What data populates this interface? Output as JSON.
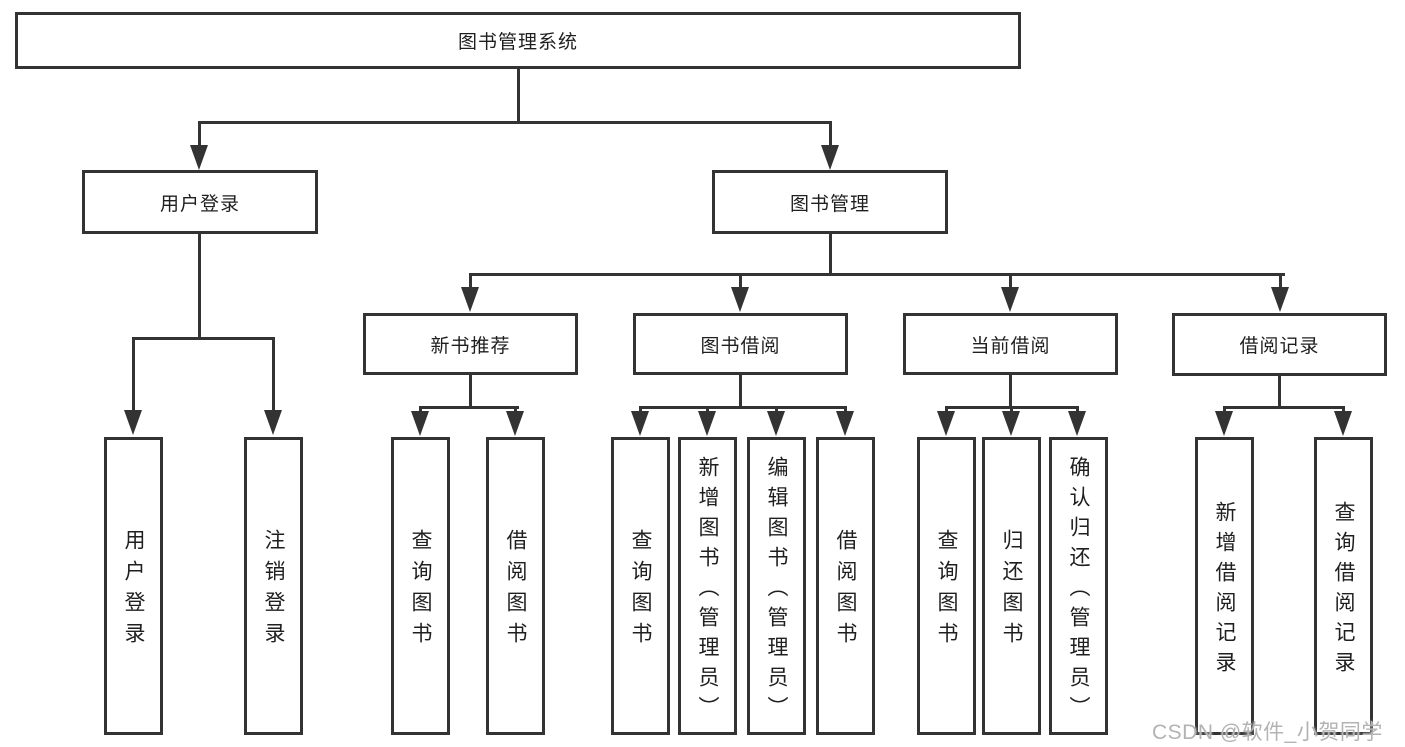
{
  "diagram": {
    "root": {
      "label": "图书管理系统"
    },
    "level2": {
      "user_login": {
        "label": "用户登录"
      },
      "book_mgmt": {
        "label": "图书管理"
      }
    },
    "level3": {
      "new_books": {
        "label": "新书推荐"
      },
      "book_borrow": {
        "label": "图书借阅"
      },
      "current_borrow": {
        "label": "当前借阅"
      },
      "borrow_records": {
        "label": "借阅记录"
      }
    },
    "leaves": {
      "login_user_login": {
        "label": "用户登录"
      },
      "login_logout": {
        "label": "注销登录"
      },
      "rec_query_books": {
        "label": "查询图书"
      },
      "rec_borrow_books": {
        "label": "借阅图书"
      },
      "bb_query_books": {
        "label": "查询图书"
      },
      "bb_add_books_admin": {
        "label": "新增图书（管理员）"
      },
      "bb_edit_books_admin": {
        "label": "编辑图书（管理员）"
      },
      "bb_borrow_books": {
        "label": "借阅图书"
      },
      "cur_query_books": {
        "label": "查询图书"
      },
      "cur_return_books": {
        "label": "归还图书"
      },
      "cur_confirm_return_admin": {
        "label": "确认归还（管理员）"
      },
      "records_add_record": {
        "label": "新增借阅记录"
      },
      "records_query_record": {
        "label": "查询借阅记录"
      }
    },
    "watermark": "CSDN @软件_小贺同学",
    "colors": {
      "line": "#333333",
      "box_border": "#333333",
      "box_fill": "#ffffff",
      "text": "#1f1f1f",
      "watermark": "#b3b3b3",
      "background": "#ffffff"
    }
  }
}
